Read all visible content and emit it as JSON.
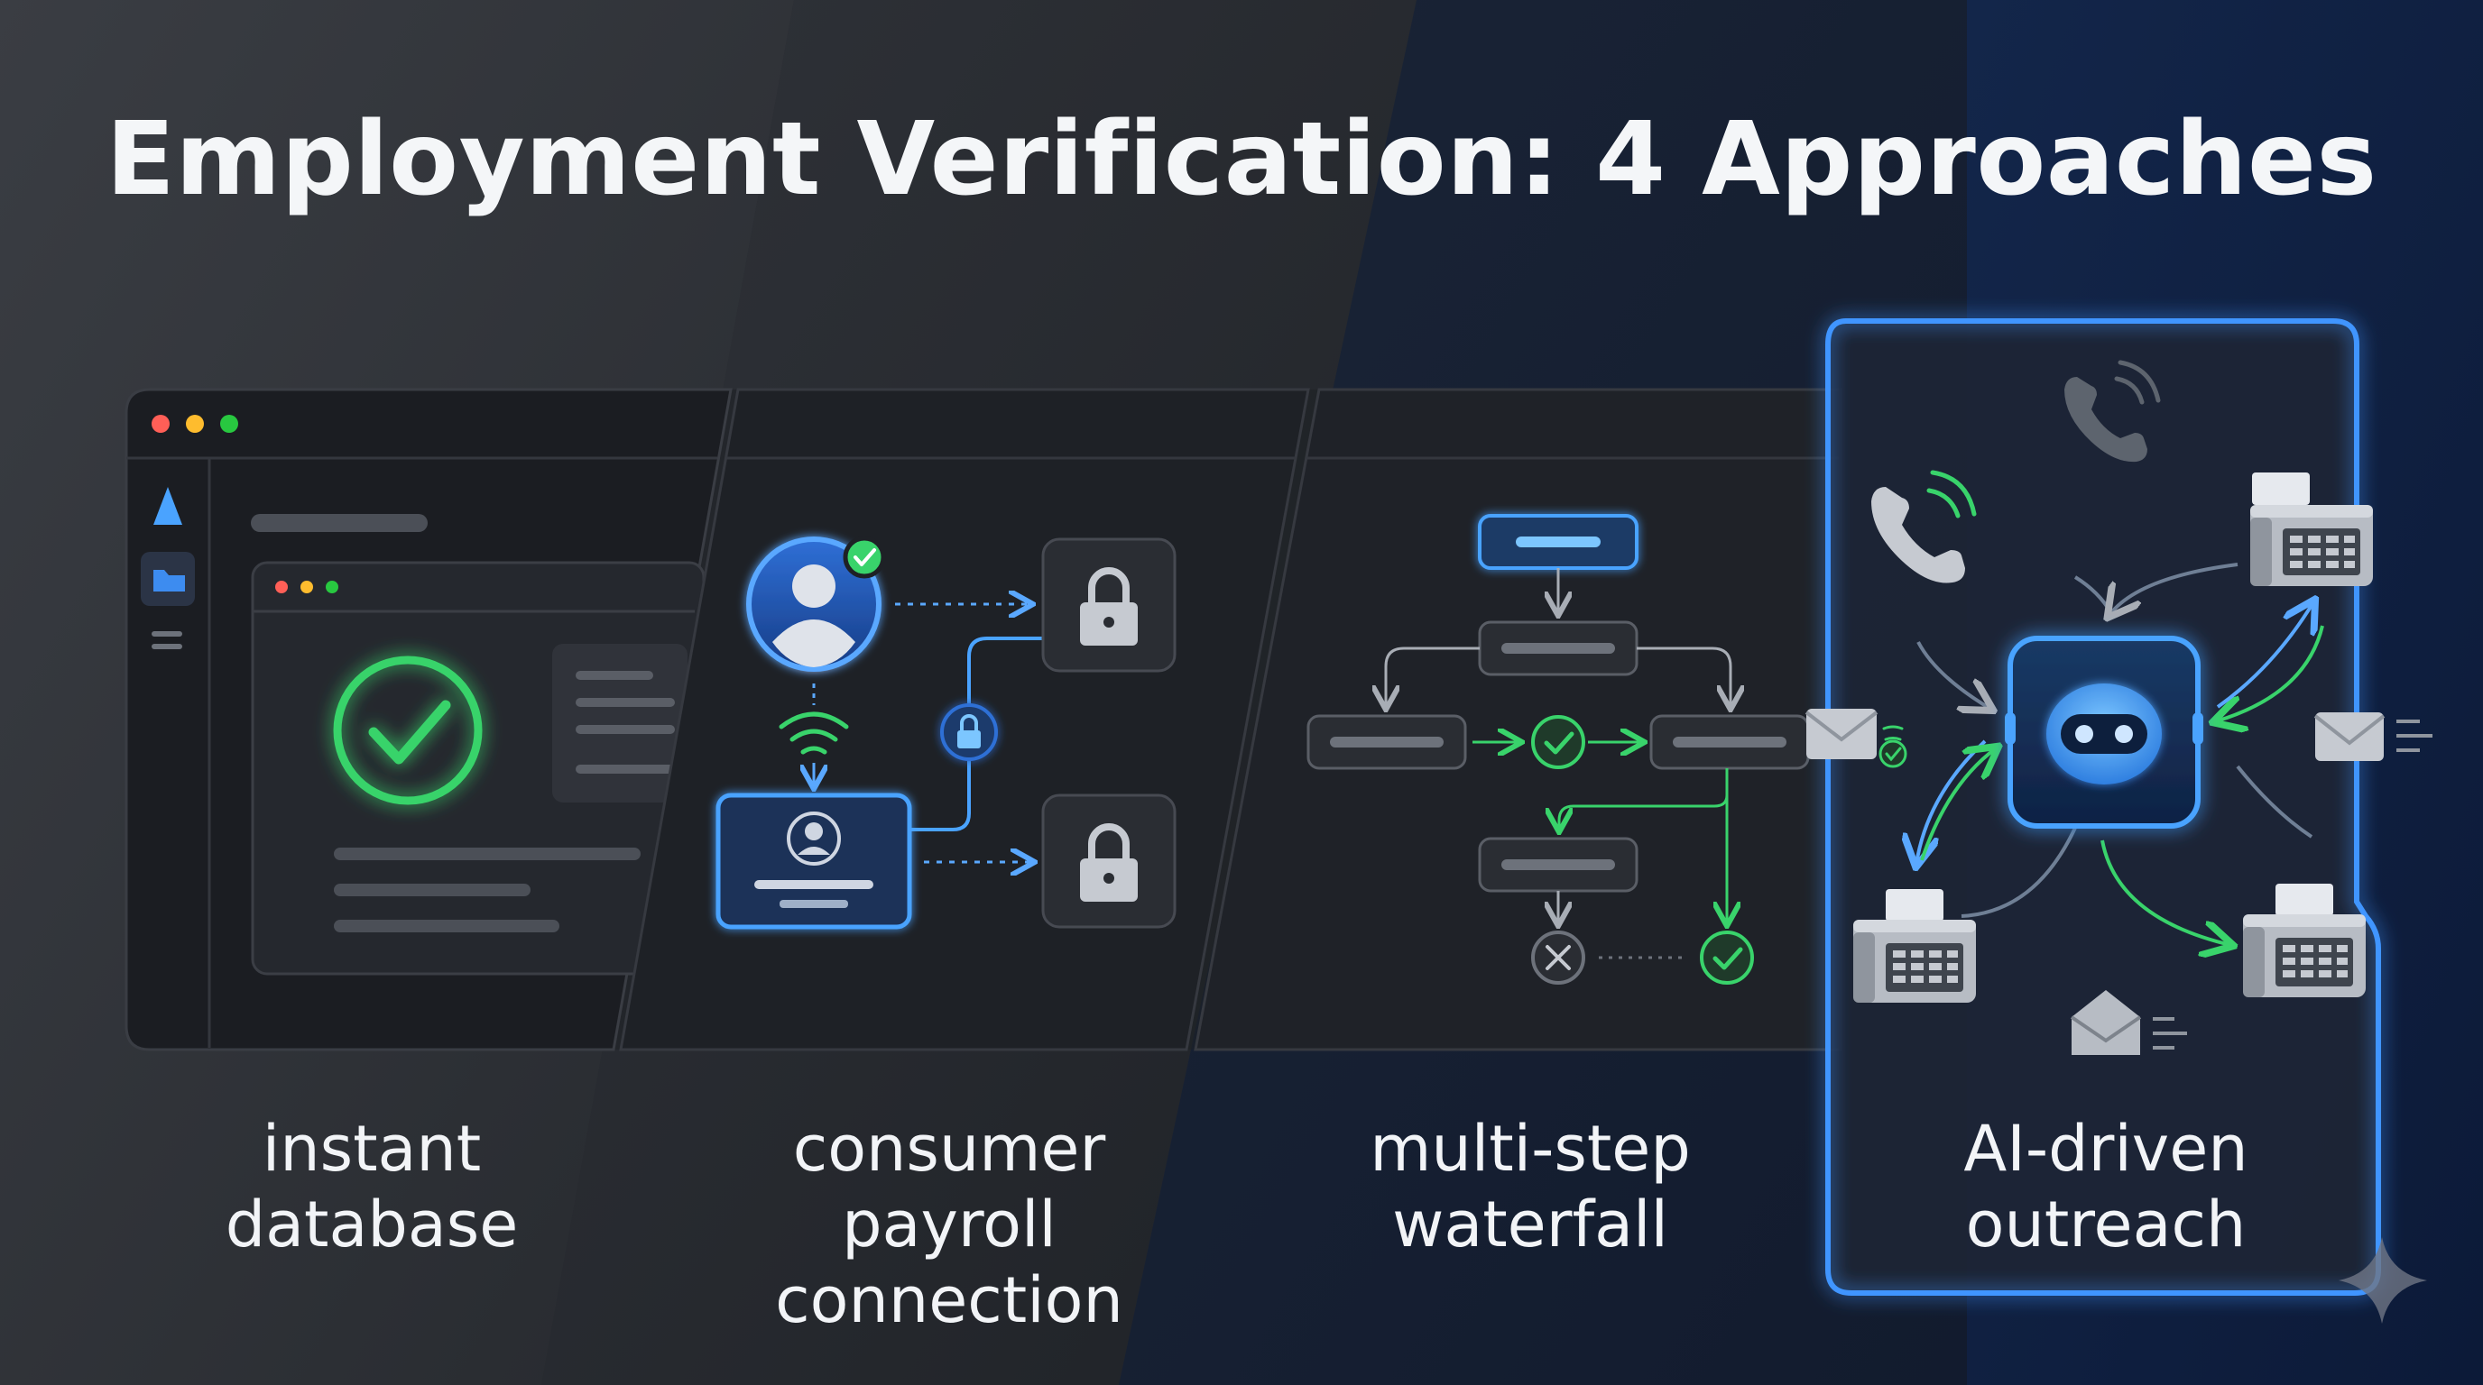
{
  "title": "Employment Verification: 4 Approaches",
  "approaches": [
    {
      "line1": "instant",
      "line2": "database",
      "icon": "database-check-icon"
    },
    {
      "line1": "consumer payroll",
      "line2": "connection",
      "icon": "user-lock-icon"
    },
    {
      "line1": "multi-step",
      "line2": "waterfall",
      "icon": "flowchart-icon"
    },
    {
      "line1": "AI-driven",
      "line2": "outreach",
      "icon": "robot-icon"
    }
  ],
  "colors": {
    "success": "#39d36b",
    "accent_blue": "#3d8cf0",
    "glow_blue": "#4aa3ff",
    "window_red": "#ff5f57",
    "window_yellow": "#febc2e",
    "window_green": "#28c840"
  }
}
